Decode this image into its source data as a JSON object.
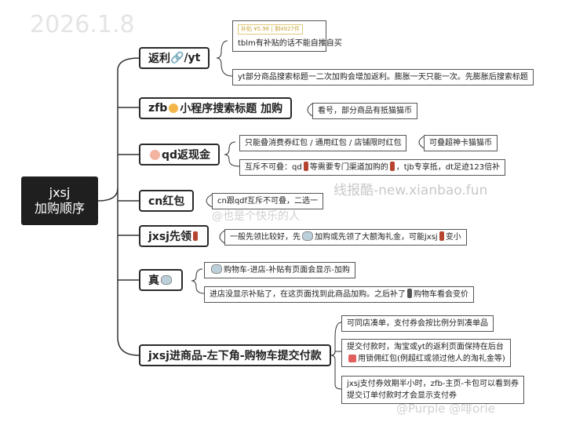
{
  "watermarks": {
    "date": "2026.1.8",
    "site": "线报酷-new.xianbao.fun",
    "user1": "@也是个快乐的人",
    "user2": "@Purple @啡orie"
  },
  "center": {
    "line1": "jxsj",
    "line2": "加购顺序"
  },
  "branches": [
    {
      "label": "返利",
      "suffix": "/yt",
      "icon": "link-icon"
    },
    {
      "label": "zfb",
      "suffix": "小程序搜索标题 加购",
      "icon": "cat-icon"
    },
    {
      "label": "qd返现金",
      "icon": "peach-icon"
    },
    {
      "label": "cn红包"
    },
    {
      "label": "jxsj先领",
      "icon": "red-envelope-icon"
    },
    {
      "label": "真",
      "icon": "tv-icon"
    },
    {
      "label": "jxsj进商品-左下角-购物车提交付款"
    }
  ],
  "leaves": {
    "badge": "补贴 ¥5.96 | 剩4927件",
    "l1": "tblm有补贴的话不能自推自买",
    "l2": "yt部分商品搜索标题一二次加购会增加返利。膨胀一天只能一次。先膨胀后搜索标题",
    "l3": "看号，部分商品有抵猫猫币",
    "l4": "只能叠消费券红包 / 通用红包 / 店铺限时红包",
    "l4b": "可叠超神卡猫猫币",
    "l5a": "互斥不可叠：qd",
    "l5b": "等需要专门渠道加购的",
    "l5c": "，tjb专享抵，dt足迹123倍补",
    "l6": "cn跟qdf互斥不可叠，二选一",
    "l7a": "一般先领比较好，先",
    "l7b": "加购或先领了大额淘礼金，可能jxsj",
    "l7c": "变小",
    "l8": "购物车-进店-补贴有页面会显示-加购",
    "l9a": "进店没显示补贴了，在这页面找到此商品加购。之后补了",
    "l9b": "购物车看会变价",
    "l10": "可同店凑单，支付券会按比例分到凑单品",
    "l11a": "提交付款时，淘宝或yt的返利页面保持在后台",
    "l11b": "用锁佣红包(例超红或领过他人的淘礼金等)",
    "l12a": "jxsj支付券效期半小时，zfb-主页-卡包可以看到券",
    "l12b": "提交订单付款时才会显示支付券"
  }
}
